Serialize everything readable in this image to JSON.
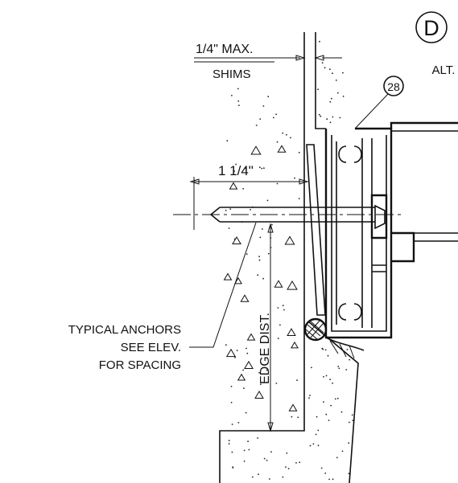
{
  "detail": {
    "marker": "D",
    "alt_label": "ALT."
  },
  "callouts": {
    "part_number": "28",
    "shim_gap": "1/4\" MAX.",
    "shims": "SHIMS",
    "embed_depth": "1 1/4\"",
    "edge_distance": "EDGE DIST.",
    "anchor_note": [
      "TYPICAL ANCHORS",
      "SEE ELEV.",
      "FOR SPACING"
    ]
  },
  "colors": {
    "ink": "#111111",
    "paper": "#ffffff"
  }
}
